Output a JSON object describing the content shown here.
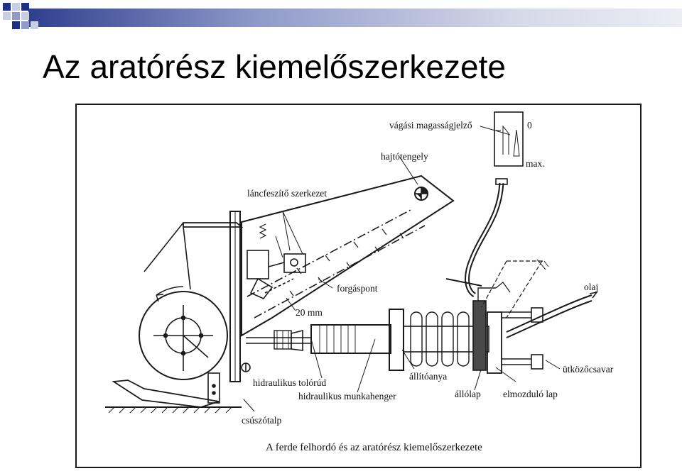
{
  "slide": {
    "title": "Az aratórész kiemelőszerkezete"
  },
  "diagram": {
    "labels": {
      "height_indicator": "vágási magasságjelző",
      "scale_zero": "0",
      "scale_max": "max.",
      "drive_shaft": "hajtótengely",
      "chain_tensioner": "láncfeszítő szerkezet",
      "pivot_point": "forgáspont",
      "clearance": "20 mm",
      "oil": "olaj",
      "stop_bolt": "ütközőcsavar",
      "adjusting_nut": "állítóanya",
      "hydraulic_push_rod": "hidraulikus tolórúd",
      "hydraulic_cylinder": "hidraulikus munkahenger",
      "fixed_plate": "állólap",
      "moving_plate": "elmozduló lap",
      "skid": "csúszótalp"
    },
    "caption": "A ferde felhordó és az aratórész kiemelőszerkezete"
  },
  "colors": {
    "deco_navy": "#1f2f84",
    "deco_mid": "#8f9ac9",
    "deco_light": "#d6d9e8",
    "line": "#1a1a1a"
  }
}
